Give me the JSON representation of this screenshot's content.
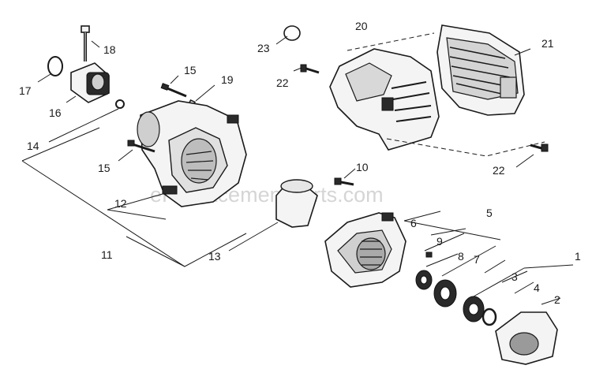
{
  "watermark": "eReplacementParts.com",
  "callouts": {
    "c1": "1",
    "c2": "2",
    "c3": "3",
    "c4": "4",
    "c5": "5",
    "c6": "6",
    "c7": "7",
    "c8": "8",
    "c9": "9",
    "c10": "10",
    "c11": "11",
    "c12": "12",
    "c13": "13",
    "c14": "14",
    "c15a": "15",
    "c15b": "15",
    "c16": "16",
    "c17": "17",
    "c18": "18",
    "c19": "19",
    "c20": "20",
    "c21": "21",
    "c22a": "22",
    "c22b": "22",
    "c23": "23"
  }
}
